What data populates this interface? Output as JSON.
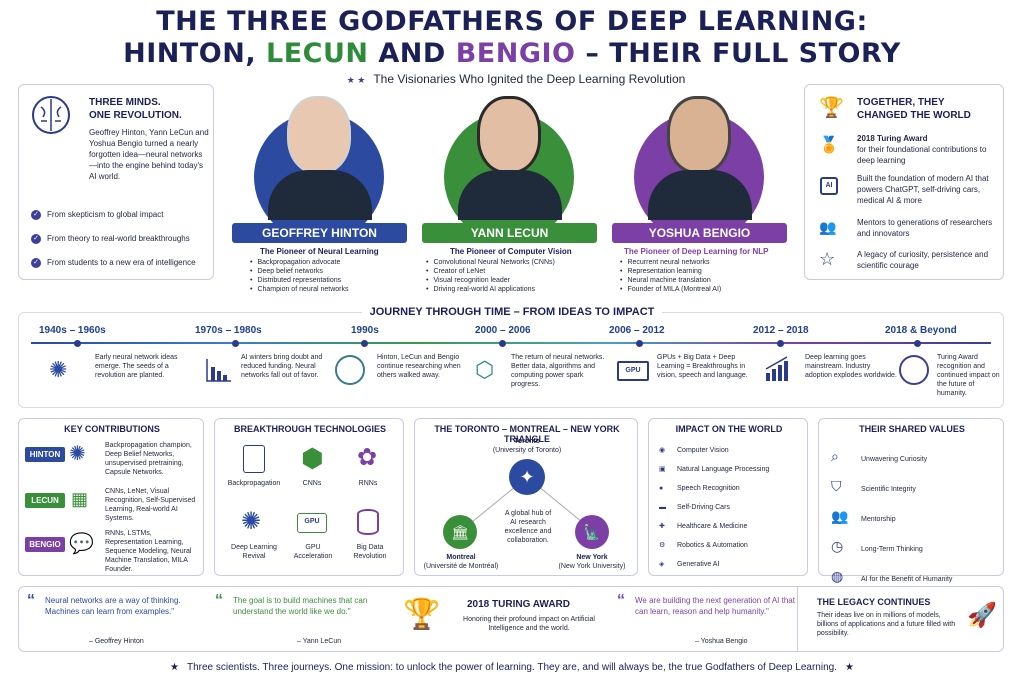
{
  "title": {
    "line1": "THE THREE GODFATHERS OF DEEP LEARNING:",
    "line2_a": "HINTON, ",
    "line2_b": "LECUN",
    "line2_c": " AND ",
    "line2_d": "BENGIO",
    "line2_e": " – THEIR FULL STORY"
  },
  "subtitle": "The Visionaries Who Ignited the Deep Learning Revolution",
  "left_box": {
    "heading1": "THREE MINDS.",
    "heading2": "ONE REVOLUTION.",
    "body": "Geoffrey Hinton, Yann LeCun and Yoshua Bengio turned a nearly forgotten idea—neural networks—into the engine behind today's AI world.",
    "points": [
      "From skepticism to global impact",
      "From theory to real-world breakthroughs",
      "From students to a new era of intelligence"
    ]
  },
  "people": [
    {
      "name": "GEOFFREY HINTON",
      "role": "The Pioneer of Neural Learning",
      "color": "#2b4aa0",
      "bullets": [
        "Backpropagation advocate",
        "Deep belief networks",
        "Distributed representations",
        "Champion of neural networks"
      ]
    },
    {
      "name": "YANN LECUN",
      "role": "The Pioneer of Computer Vision",
      "color": "#3a8f3a",
      "bullets": [
        "Convolutional Neural Networks (CNNs)",
        "Creator of LeNet",
        "Visual recognition leader",
        "Driving real-world AI applications"
      ]
    },
    {
      "name": "YOSHUA BENGIO",
      "role": "The Pioneer of Deep Learning for NLP",
      "color": "#7b3fa6",
      "bullets": [
        "Recurrent neural networks",
        "Representation learning",
        "Neural machine translation",
        "Founder of MILA (Montreal AI)"
      ]
    }
  ],
  "right_box": {
    "heading1": "TOGETHER, THEY",
    "heading2": "CHANGED THE WORLD",
    "items": [
      {
        "bold": "2018 Turing Award",
        "text": "for their foundational contributions to deep learning"
      },
      {
        "bold": "",
        "text": "Built the foundation of modern AI that powers ChatGPT, self-driving cars, medical AI & more"
      },
      {
        "bold": "",
        "text": "Mentors to generations of researchers and innovators"
      },
      {
        "bold": "",
        "text": "A legacy of curiosity, persistence and scientific courage"
      }
    ]
  },
  "timeline": {
    "heading": "JOURNEY THROUGH TIME – FROM IDEAS TO IMPACT",
    "eras": [
      {
        "label": "1940s – 1960s",
        "text": "Early neural network ideas emerge. The seeds of a revolution are planted."
      },
      {
        "label": "1970s – 1980s",
        "text": "AI winters bring doubt and reduced funding. Neural networks fall out of favor."
      },
      {
        "label": "1990s",
        "text": "Hinton, LeCun and Bengio continue researching when others walked away."
      },
      {
        "label": "2000 – 2006",
        "text": "The return of neural networks. Better data, algorithms and computing power spark progress."
      },
      {
        "label": "2006 – 2012",
        "text": "GPUs + Big Data + Deep Learning = Breakthroughs in vision, speech and language."
      },
      {
        "label": "2012 – 2018",
        "text": "Deep learning goes mainstream. Industry adoption explodes worldwide."
      },
      {
        "label": "2018 & Beyond",
        "text": "Turing Award recognition and continued impact on the future of humanity."
      }
    ]
  },
  "key_contributions": {
    "heading": "KEY CONTRIBUTIONS",
    "rows": [
      {
        "tag": "HINTON",
        "color": "#2b4aa0",
        "text": "Backpropagation champion, Deep Belief Networks, unsupervised pretraining, Capsule Networks."
      },
      {
        "tag": "LECUN",
        "color": "#3a8f3a",
        "text": "CNNs, LeNet, Visual Recognition, Self-Supervised Learning, Real-world AI Systems."
      },
      {
        "tag": "BENGIO",
        "color": "#7b3fa6",
        "text": "RNNs, LSTMs, Representation Learning, Sequence Modeling, Neural Machine Translation, MILA Founder."
      }
    ]
  },
  "breakthroughs": {
    "heading": "BREAKTHROUGH TECHNOLOGIES",
    "items": [
      "Backpropagation",
      "CNNs",
      "RNNs",
      "Deep Learning Revival",
      "GPU Acceleration",
      "Big Data Revolution"
    ]
  },
  "triangle": {
    "heading": "THE TORONTO – MONTREAL – NEW YORK TRIANGLE",
    "toronto": "Toronto",
    "toronto_sub": "(University of Toronto)",
    "montreal": "Montreal",
    "montreal_sub": "(Université de Montréal)",
    "newyork": "New York",
    "newyork_sub": "(New York University)",
    "center": "A global hub of AI research excellence and collaboration."
  },
  "impact": {
    "heading": "IMPACT ON THE WORLD",
    "items": [
      "Computer Vision",
      "Natural Language Processing",
      "Speech Recognition",
      "Self-Driving Cars",
      "Healthcare & Medicine",
      "Robotics & Automation",
      "Generative AI"
    ]
  },
  "values": {
    "heading": "THEIR SHARED VALUES",
    "items": [
      "Unwavering Curiosity",
      "Scientific Integrity",
      "Mentorship",
      "Long-Term Thinking",
      "AI for the Benefit of Humanity"
    ]
  },
  "quotes": [
    {
      "text": "Neural networks are a way of thinking. Machines can learn from examples.\"",
      "author": "– Geoffrey Hinton",
      "color": "#2b4aa0"
    },
    {
      "text": "The goal is to build machines that can understand the world like we do.\"",
      "author": "– Yann LeCun",
      "color": "#3a8f3a"
    },
    {
      "text": "We are building the next generation of AI that can learn, reason and help humanity.\"",
      "author": "– Yoshua Bengio",
      "color": "#7b3fa6"
    }
  ],
  "award": {
    "heading": "2018 TURING AWARD",
    "text": "Honoring their profound impact on Artificial Intelligence and the world."
  },
  "legacy": {
    "heading": "THE LEGACY CONTINUES",
    "text": "Their ideas live on in millions of models, billions of applications and a future filled with possibility."
  },
  "footer": "Three scientists. Three journeys. One mission: to unlock the power of learning. They are, and will always be, the true Godfathers of Deep Learning."
}
